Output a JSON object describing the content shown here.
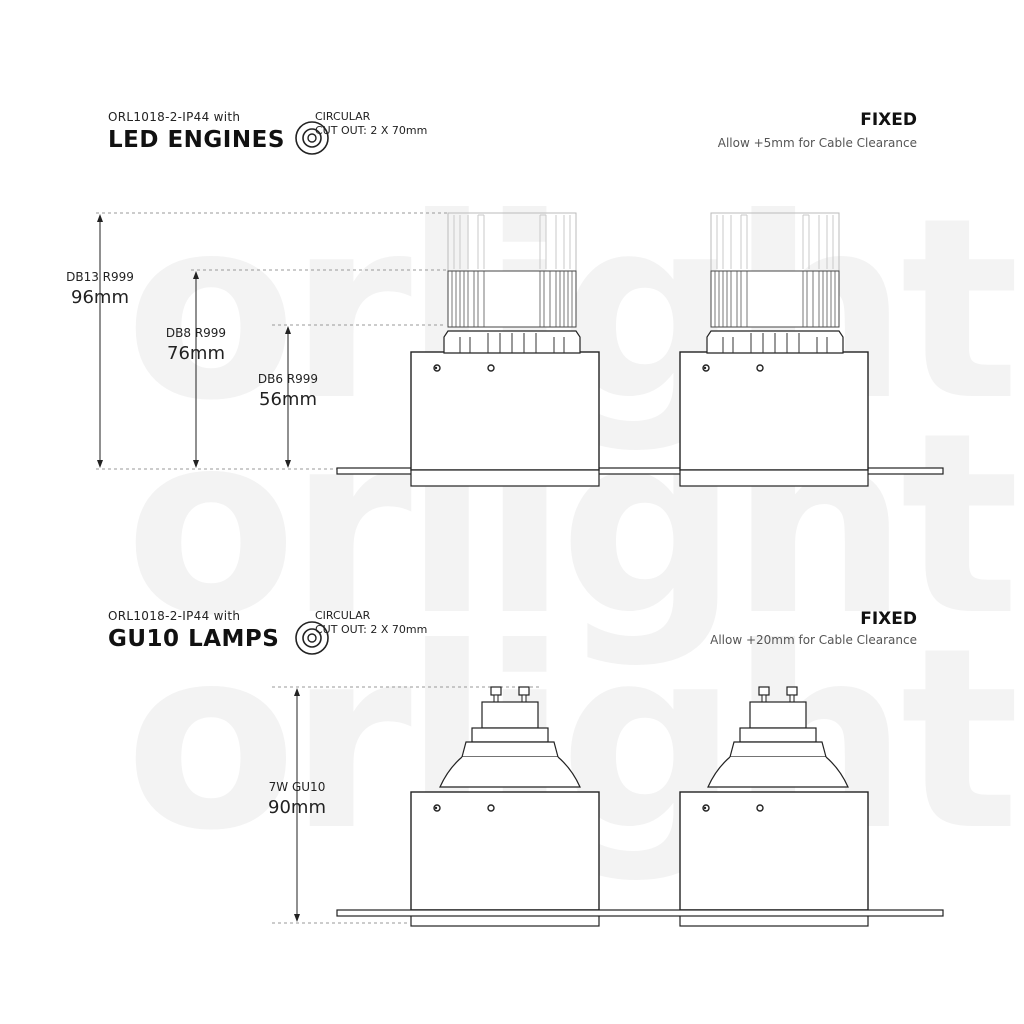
{
  "watermark": "orlight",
  "section1": {
    "subtitle": "ORL1018-2-IP44 with",
    "title": "LED ENGINES",
    "cutout_line1": "CIRCULAR",
    "cutout_line2": "CUT OUT: 2 X 70mm",
    "fixed": "FIXED",
    "allow": "Allow +5mm for Cable Clearance",
    "dims": [
      {
        "code": "DB13 R999",
        "mm": "96mm"
      },
      {
        "code": "DB8 R999",
        "mm": "76mm"
      },
      {
        "code": "DB6 R999",
        "mm": "56mm"
      }
    ]
  },
  "section2": {
    "subtitle": "ORL1018-2-IP44 with",
    "title": "GU10 LAMPS",
    "cutout_line1": "CIRCULAR",
    "cutout_line2": "CUT OUT: 2 X 70mm",
    "fixed": "FIXED",
    "allow": "Allow +20mm for Cable Clearance",
    "dims": [
      {
        "code": "7W GU10",
        "mm": "90mm"
      }
    ]
  },
  "icons": [
    "circular-cutout-icon"
  ]
}
